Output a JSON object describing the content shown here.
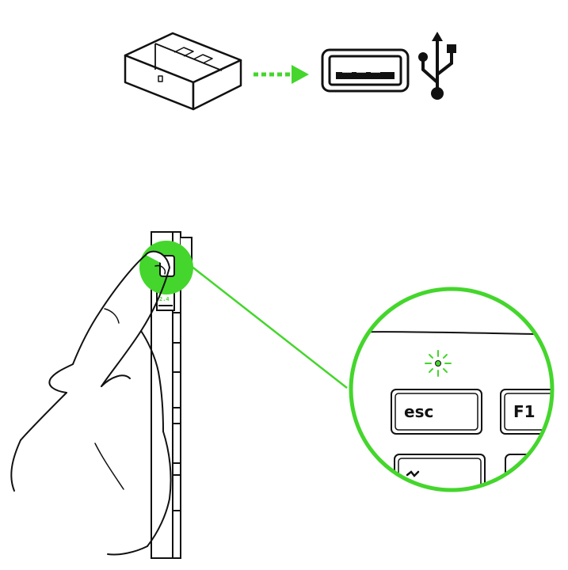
{
  "keyboard": {
    "esc_label": "esc",
    "f1_label": "F1",
    "mode_label": "2.4"
  },
  "colors": {
    "accent": "#44d62c",
    "line": "#111111"
  },
  "icons": {
    "dongle": "usb-dongle-icon",
    "arrow": "dotted-arrow-icon",
    "port": "usb-port-icon",
    "usb_symbol": "usb-trident-icon",
    "finger": "hand-press-icon",
    "status_light": "blinking-led-icon"
  }
}
